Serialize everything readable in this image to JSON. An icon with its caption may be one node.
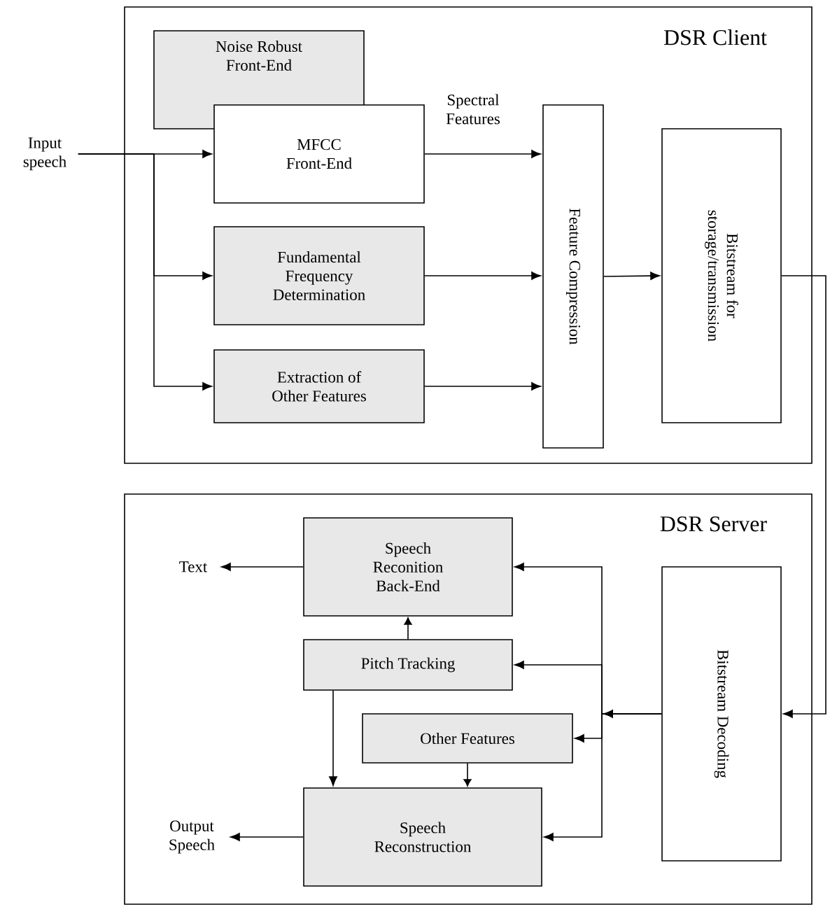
{
  "diagram": {
    "nodes": [
      {
        "text": [
          "DSR Client"
        ]
      },
      {
        "text": [
          "Noise Robust Front-End"
        ],
        "in": 0
      },
      {
        "text": [
          "MFCC Front-End"
        ],
        "in": 0
      },
      {
        "text": [
          "Fundamental Frequency Determination"
        ],
        "in": 0
      },
      {
        "text": [
          "Extraction of Other Features"
        ],
        "in": 0
      },
      {
        "text": [
          "Feature Compression"
        ],
        "in": 0
      },
      {
        "text": [
          "Bitstream for storage/transmission"
        ],
        "in": 0
      },
      {
        "text": [
          "Input speech"
        ]
      },
      {
        "text": [
          "DSR Server"
        ]
      },
      {
        "text": [
          "Speech Reconition Back-End"
        ],
        "in": 8
      },
      {
        "text": [
          "Pitch Tracking"
        ],
        "in": 8
      },
      {
        "text": [
          "Other Features"
        ],
        "in": 8
      },
      {
        "text": [
          "Speech Reconstruction"
        ],
        "in": 8
      },
      {
        "text": [
          "Bitstream Decoding"
        ],
        "in": 8
      },
      {
        "text": [
          "Text"
        ],
        "in": 8
      },
      {
        "text": [
          "Output Speech"
        ],
        "in": 8
      }
    ],
    "edges": [
      {
        "from": 7,
        "to": 2,
        "arrow": "to"
      },
      {
        "from": 7,
        "to": 3,
        "arrow": "to"
      },
      {
        "from": 7,
        "to": 4,
        "arrow": "to"
      },
      {
        "from": 2,
        "to": 5,
        "arrow": "to",
        "label": "Spectral Features"
      },
      {
        "from": 3,
        "to": 5,
        "arrow": "to"
      },
      {
        "from": 4,
        "to": 5,
        "arrow": "to"
      },
      {
        "from": 5,
        "to": 6,
        "arrow": "to"
      },
      {
        "from": 6,
        "to": 13,
        "arrow": "to"
      },
      {
        "from": 13,
        "to": 9,
        "arrow": "to"
      },
      {
        "from": 13,
        "to": 10,
        "arrow": "to"
      },
      {
        "from": 13,
        "to": 11,
        "arrow": "to"
      },
      {
        "from": 13,
        "to": 12,
        "arrow": "to"
      },
      {
        "from": 9,
        "to": 14,
        "arrow": "to"
      },
      {
        "from": 10,
        "to": 9,
        "arrow": "to"
      },
      {
        "from": 10,
        "to": 12,
        "arrow": "to"
      },
      {
        "from": 11,
        "to": 12,
        "arrow": "to"
      },
      {
        "from": 12,
        "to": 15,
        "arrow": "to"
      }
    ]
  }
}
